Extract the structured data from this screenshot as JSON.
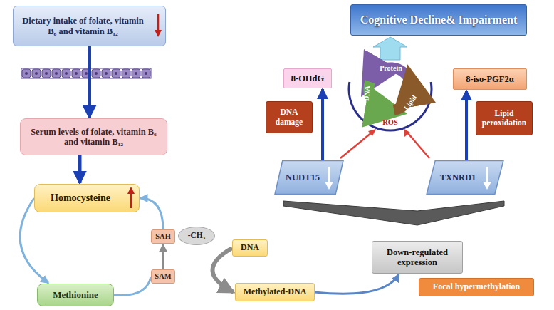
{
  "diagram": {
    "nodes": [
      {
        "text": [
          "Dietary intake of folate, vitamin B₆ and vitamin B₁₂"
        ]
      },
      {
        "text": [
          "Serum levels of folate, vitamin B₆ and vitamin B₁₂"
        ]
      },
      {
        "text": [
          "Homocysteine"
        ]
      },
      {
        "text": [
          "Methionine"
        ]
      },
      {
        "text": [
          "SAH"
        ]
      },
      {
        "text": [
          "SAM"
        ]
      },
      {
        "text": [
          "-CH₃"
        ]
      },
      {
        "text": [
          "DNA"
        ]
      },
      {
        "text": [
          "Methylated-DNA"
        ]
      },
      {
        "text": [
          "Focal hypermethylation"
        ]
      },
      {
        "text": [
          "Down-regulated expression"
        ]
      },
      {
        "text": [
          "NUDT15"
        ]
      },
      {
        "text": [
          "TXNRD1"
        ]
      },
      {
        "text": [
          "DNA damage"
        ]
      },
      {
        "text": [
          "Lipid peroxidation"
        ]
      },
      {
        "text": [
          "8-OHdG"
        ]
      },
      {
        "text": [
          "8-iso-PGF2α"
        ]
      },
      {
        "text": [
          "Cognitive Decline& Impairment"
        ]
      }
    ],
    "edges": [
      {
        "from": 0,
        "to": 1,
        "arrow": "to"
      },
      {
        "from": 1,
        "to": 2,
        "arrow": "to"
      },
      {
        "from": 2,
        "to": 3,
        "arrow": "to"
      },
      {
        "from": 3,
        "to": 5,
        "arrow": "none"
      },
      {
        "from": 5,
        "to": 4,
        "arrow": "to"
      },
      {
        "from": 4,
        "to": 2,
        "arrow": "to"
      },
      {
        "from": 7,
        "to": 8,
        "arrow": "to"
      },
      {
        "from": 8,
        "to": 10,
        "arrow": "to"
      },
      {
        "from": 11,
        "to": 15,
        "arrow": "to"
      },
      {
        "from": 12,
        "to": 16,
        "arrow": "to"
      }
    ],
    "labels": [
      "DNA",
      "Protein",
      "Lipid",
      "ROS"
    ]
  }
}
